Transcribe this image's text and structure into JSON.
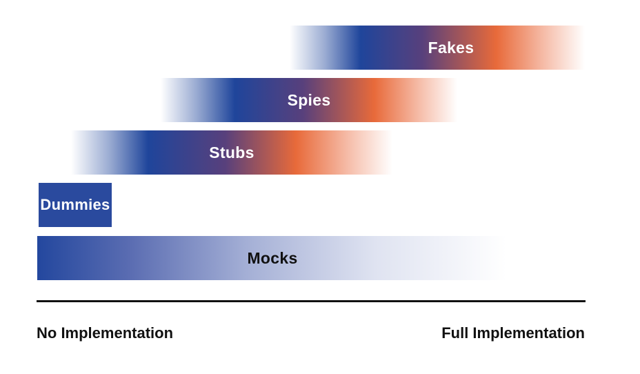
{
  "diagram": {
    "bars": {
      "fakes": {
        "label": "Fakes"
      },
      "spies": {
        "label": "Spies"
      },
      "stubs": {
        "label": "Stubs"
      },
      "dummies": {
        "label": "Dummies"
      },
      "mocks": {
        "label": "Mocks"
      }
    },
    "axis": {
      "left_label": "No Implementation",
      "right_label": "Full Implementation"
    },
    "colors": {
      "blue": "#1f459b",
      "orange": "#e86a3a",
      "purple": "#58407c",
      "axis": "#111111",
      "background": "#ffffff"
    }
  }
}
